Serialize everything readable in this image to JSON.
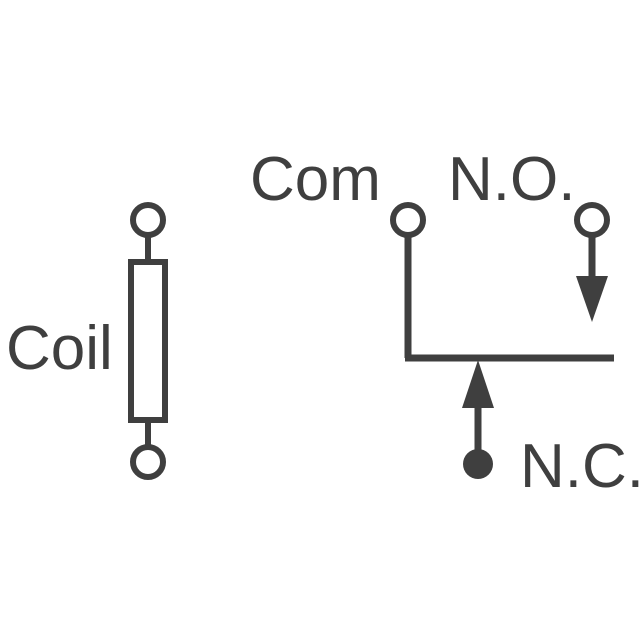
{
  "diagram": {
    "labels": {
      "coil": "Coil",
      "com": "Com",
      "normally_open": "N.O.",
      "normally_closed": "N.C."
    },
    "colors": {
      "stroke": "#3f3f3f",
      "background": "#ffffff"
    }
  }
}
